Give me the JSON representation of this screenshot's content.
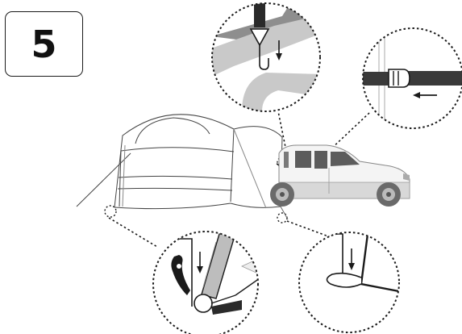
{
  "step": {
    "number": "5"
  },
  "icons": [
    "step-badge",
    "tent",
    "vehicle",
    "car-attachment-hook-detail",
    "buckle-strap-detail",
    "tent-stake-hook-detail",
    "tent-stake-loop-detail",
    "down-arrow-icon",
    "left-arrow-icon"
  ],
  "colors": {
    "line": "#1a1a1a",
    "light_gray": "#c8c8c8",
    "mid_gray": "#8c8c8c",
    "dark_strap": "#3a3a3a"
  }
}
